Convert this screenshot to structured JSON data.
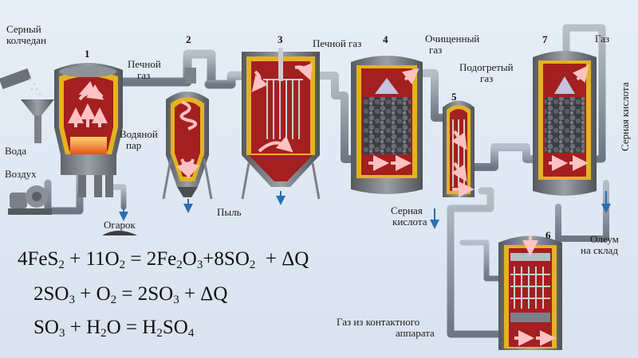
{
  "apparatus_numbers": [
    "1",
    "2",
    "3",
    "4",
    "5",
    "6",
    "7"
  ],
  "labels": {
    "pyrite": [
      "Серный",
      "колчедан"
    ],
    "water": "Вода",
    "air": "Воздух",
    "cinder": "Огарок",
    "furnace_gas_1": [
      "Печной",
      "газ"
    ],
    "water_steam": [
      "Водяной",
      "пар"
    ],
    "dust": "Пыль",
    "furnace_gas_2": "Печной газ",
    "purified_gas": [
      "Очищенный",
      "газ"
    ],
    "heated_gas": [
      "Подогретый",
      "газ"
    ],
    "gas": "Газ",
    "sulfuric_acid_vertical": "Серная кислота",
    "sulfuric_acid": [
      "Серная",
      "кислота"
    ],
    "oleum": [
      "Олеум",
      "на склад"
    ],
    "contact_gas": [
      "Газ из контактного",
      "аппарата"
    ]
  },
  "equations": [
    {
      "parts": [
        "4FeS",
        "2",
        " + 11O",
        "2",
        " = 2Fe",
        "2",
        "O",
        "3",
        "+8SO",
        "2",
        "  + ΔQ"
      ]
    },
    {
      "parts": [
        "2SO",
        "3",
        " + O",
        "2",
        " = 2SO",
        "3",
        " + ΔQ"
      ]
    },
    {
      "parts": [
        "SO",
        "3",
        " + H",
        "2",
        "O = H",
        "2",
        "SO",
        "4",
        ""
      ]
    }
  ],
  "colors": {
    "background": "#dfe8f3",
    "shell": "#6f7378",
    "lining": "#e3b320",
    "interior": "#a41f1f",
    "flame": "#ff9a3a",
    "pipe": "#8d97a3",
    "catalyst": "#4a4d52",
    "arrow": "#ffb4b4"
  }
}
